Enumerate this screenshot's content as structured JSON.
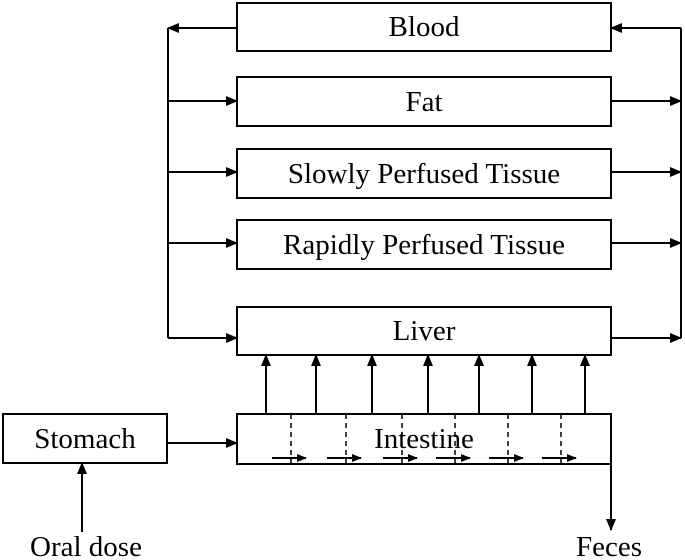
{
  "compartments": {
    "blood": "Blood",
    "fat": "Fat",
    "slowly_perfused": "Slowly Perfused Tissue",
    "rapidly_perfused": "Rapidly Perfused Tissue",
    "liver": "Liver",
    "stomach": "Stomach",
    "intestine": "Intestine"
  },
  "labels": {
    "oral_dose": "Oral dose",
    "feces": "Feces"
  }
}
